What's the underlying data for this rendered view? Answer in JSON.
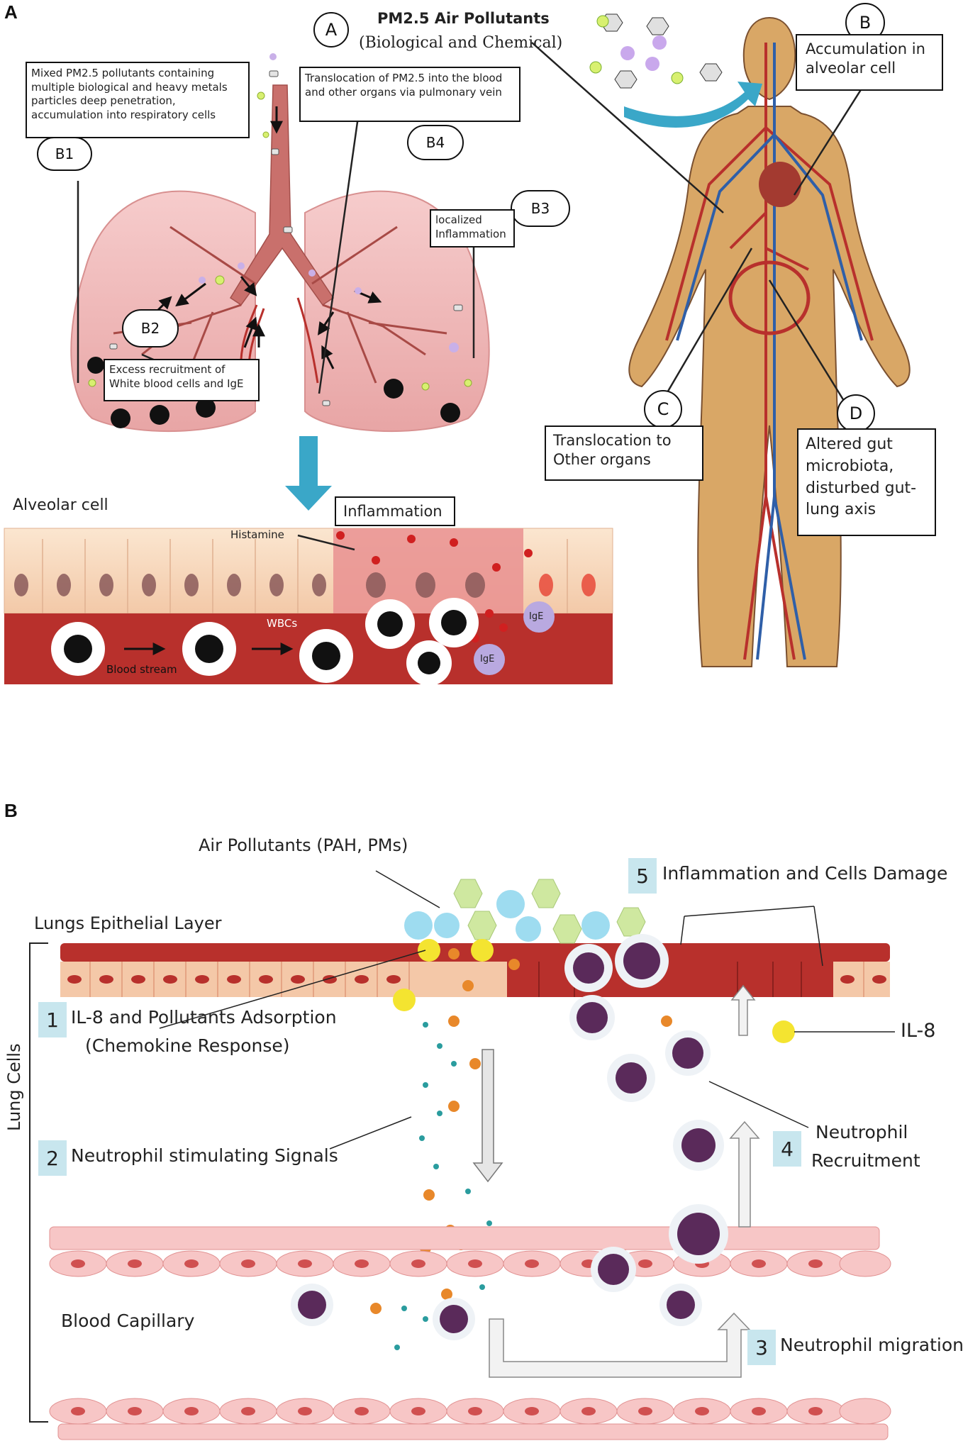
{
  "panel_a": {
    "letter": "A",
    "title_circle": "A",
    "title_main": "PM2.5 Air Pollutants",
    "title_sub": "(Biological and Chemical)",
    "b1_text": "Mixed PM2.5 pollutants containing multiple biological and heavy metals particles deep penetration, accumulation into respiratory cells",
    "b1_circle": "B1",
    "b4_text": "Translocation of PM2.5 into the blood and other organs via pulmonary vein",
    "b4_circle": "B4",
    "b3_text": "localized Inflammation",
    "b3_circle": "B3",
    "b2_circle": "B2",
    "b2_text": "Excess recruitment of White blood cells and IgE",
    "b_circle": "B",
    "b_text": "Accumulation in alveolar cell",
    "c_circle": "C",
    "c_text": "Translocation to Other organs",
    "d_circle": "D",
    "d_text": "Altered gut microbiota, disturbed gut-lung axis",
    "alveolar_label": "Alveolar cell",
    "inflammation_label": "Inflammation",
    "histamine_label": "Histamine",
    "wbcs_label": "WBCs",
    "bloodstream_label": "Blood stream",
    "ige_label_1": "IgE",
    "ige_label_2": "IgE"
  },
  "panel_b": {
    "letter": "B",
    "air_pollutants": "Air Pollutants (PAH, PMs)",
    "epithelial_layer": "Lungs Epithelial Layer",
    "lung_cells": "Lung Cells",
    "step1_num": "1",
    "step1_line1": "IL-8 and Pollutants Adsorption",
    "step1_line2": "(Chemokine Response)",
    "step2_num": "2",
    "step2_text": "Neutrophil stimulating Signals",
    "step3_num": "3",
    "step3_text": "Neutrophil migration",
    "step4_num": "4",
    "step4_line1": "Neutrophil",
    "step4_line2": "Recruitment",
    "step5_num": "5",
    "step5_text": "Inflammation and Cells Damage",
    "il8_label": "IL-8",
    "blood_capillary": "Blood Capillary"
  },
  "colors": {
    "lung_fill": "#f0b8b8",
    "blood_red": "#b8302c",
    "vein_blue": "#2f5fa8",
    "skin": "#d9a766",
    "arrow_teal": "#3aa7c8",
    "epithelium": "#f9dcc0",
    "capillary": "#f7c6c6",
    "tag_blue": "#c8e6ee",
    "il8_yellow": "#f4e430",
    "pollutant_green": "#cfe8a0",
    "pollutant_blue": "#9edcf0"
  }
}
